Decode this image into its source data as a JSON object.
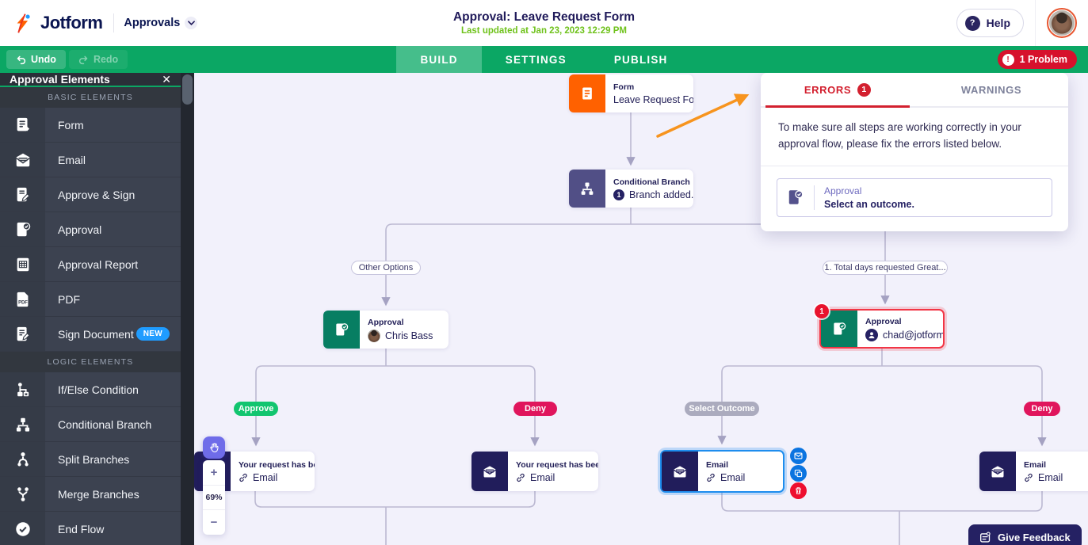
{
  "colors": {
    "brand_green": "#0BA764",
    "active_tab_green": "#45BE8B",
    "updated_text_green": "#6FC21B",
    "title_navy": "#201A5A",
    "logo_navy": "#0A1551",
    "problem_red": "#D6112C",
    "error_red": "#D3202F",
    "deny_crimson": "#E0155C",
    "approve_green": "#12C56F",
    "neutral_pill_gray": "#ABABBE",
    "form_node_orange": "#FF6100",
    "branch_node_indigo": "#514F86",
    "approval_node_green": "#077E62",
    "email_node_navy": "#211D5B",
    "selected_border_blue": "#1E8DEE",
    "action_blue": "#0B74E0",
    "action_red": "#EE0F2F",
    "new_badge_blue": "#1F9CFF",
    "hand_tool_purple": "#6F6CE9",
    "canvas_lavender": "#F2F1FB",
    "sidebar_dark": "#3C4250"
  },
  "header": {
    "logo_text": "Jotform",
    "product": "Approvals",
    "title": "Approval: Leave Request Form",
    "subtitle": "Last updated at Jan 23, 2023 12:29 PM",
    "help_label": "Help",
    "help_icon": "question-circle-icon",
    "avatar_icon": "user-avatar"
  },
  "toolbar": {
    "undo_label": "Undo",
    "redo_label": "Redo",
    "tabs": [
      {
        "label": "BUILD",
        "active": true
      },
      {
        "label": "SETTINGS",
        "active": false
      },
      {
        "label": "PUBLISH",
        "active": false
      }
    ],
    "problem_label": "1 Problem",
    "problem_icon": "exclamation-circle-icon"
  },
  "sidebar": {
    "title": "Approval Elements",
    "close_icon": "close-icon",
    "sections": [
      {
        "label": "BASIC ELEMENTS",
        "items": [
          {
            "label": "Form",
            "icon": "form-icon"
          },
          {
            "label": "Email",
            "icon": "email-icon"
          },
          {
            "label": "Approve & Sign",
            "icon": "approve-sign-icon"
          },
          {
            "label": "Approval",
            "icon": "approval-icon"
          },
          {
            "label": "Approval Report",
            "icon": "approval-report-icon"
          },
          {
            "label": "PDF",
            "icon": "pdf-icon"
          },
          {
            "label": "Sign Document",
            "icon": "sign-document-icon",
            "badge": "NEW"
          }
        ]
      },
      {
        "label": "LOGIC ELEMENTS",
        "items": [
          {
            "label": "If/Else Condition",
            "icon": "if-else-icon"
          },
          {
            "label": "Conditional Branch",
            "icon": "conditional-branch-icon"
          },
          {
            "label": "Split Branches",
            "icon": "split-branches-icon"
          },
          {
            "label": "Merge Branches",
            "icon": "merge-branches-icon"
          },
          {
            "label": "End Flow",
            "icon": "end-flow-icon"
          }
        ]
      }
    ]
  },
  "canvas": {
    "zoom": {
      "level": "69%",
      "zoom_in": "+",
      "zoom_out": "−",
      "hand_icon": "pan-hand-icon"
    },
    "labels": {
      "other_options": "Other Options",
      "condition_1": "1. Total days requested Great...",
      "approve": "Approve",
      "deny_left": "Deny",
      "select_outcome": "Select Outcome",
      "deny_right": "Deny"
    },
    "nodes": {
      "form": {
        "title": "Form",
        "subtitle": "Leave Request Form",
        "icon": "form-node-icon"
      },
      "conditional": {
        "title": "Conditional Branch",
        "badge": "1",
        "subtitle": "Branch added.",
        "icon": "branch-node-icon"
      },
      "approval_left": {
        "title": "Approval",
        "subtitle": "Chris Bass",
        "icon": "approval-node-icon"
      },
      "approval_right": {
        "title": "Approval",
        "subtitle": "chad@jotform.com",
        "error_badge": "1",
        "icon": "approval-node-icon"
      },
      "email_approved": {
        "title": "Your request has been approv...",
        "subtitle": "Email",
        "icon": "email-node-icon"
      },
      "email_denied": {
        "title": "Your request has been denied.",
        "subtitle": "Email",
        "icon": "email-node-icon"
      },
      "email_selected": {
        "title": "Email",
        "subtitle": "Email",
        "icon": "email-node-icon"
      },
      "email_right": {
        "title": "Email",
        "subtitle": "Email",
        "icon": "email-node-icon"
      }
    },
    "node_actions": [
      {
        "icon": "mail-action-icon"
      },
      {
        "icon": "duplicate-action-icon"
      },
      {
        "icon": "delete-action-icon"
      }
    ]
  },
  "errors_panel": {
    "tabs": {
      "errors": "ERRORS",
      "errors_count": "1",
      "warnings": "WARNINGS"
    },
    "description": "To make sure all steps are working correctly in your approval flow, please fix the errors listed below.",
    "items": [
      {
        "type": "Approval",
        "message": "Select an outcome.",
        "icon": "approval-icon"
      }
    ]
  },
  "feedback_button": {
    "label": "Give Feedback",
    "icon": "feedback-icon"
  }
}
